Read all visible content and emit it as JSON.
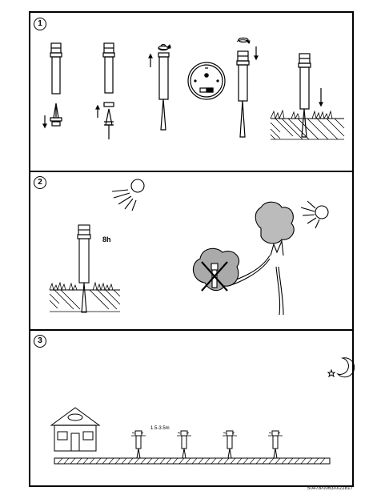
{
  "steps": [
    {
      "number": "1"
    },
    {
      "number": "2",
      "duration_label": "8h"
    },
    {
      "number": "3",
      "spacing_label": "1.5-3.5m"
    }
  ],
  "footer": {
    "code": "S0478/0063/0/22817"
  },
  "icons": {
    "sun": "sun-icon",
    "moon": "crescent-moon-icon",
    "star": "star-icon",
    "prohibited": "x-mark-icon",
    "house": "house-icon",
    "rotate": "rotate-arrow-icon"
  }
}
